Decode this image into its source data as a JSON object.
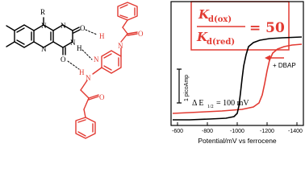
{
  "structure": {
    "flavin_atoms": {
      "r": "R",
      "n": "N",
      "h": "H",
      "o": "O"
    },
    "receptor_atoms": {
      "n": "N",
      "h": "H",
      "o": "O"
    }
  },
  "equation": {
    "numerator_main": "K",
    "numerator_sub": "d(ox)",
    "denominator_main": "K",
    "denominator_sub": "d(red)",
    "value": "= 50"
  },
  "plot": {
    "scale_bar_label": "1 picoAmp",
    "annotation_label": "+ DBAP",
    "delta_label": "Δ E",
    "delta_sub": "1/2",
    "delta_value": "= 100 mV",
    "xlabel": "Potential/mV vs ferrocene",
    "xticks": [
      "-600",
      "-800",
      "-1000",
      "-1200",
      "-1400"
    ]
  },
  "colors": {
    "black": "#000000",
    "red": "#e23a32",
    "frame_red": "#e23a32"
  }
}
